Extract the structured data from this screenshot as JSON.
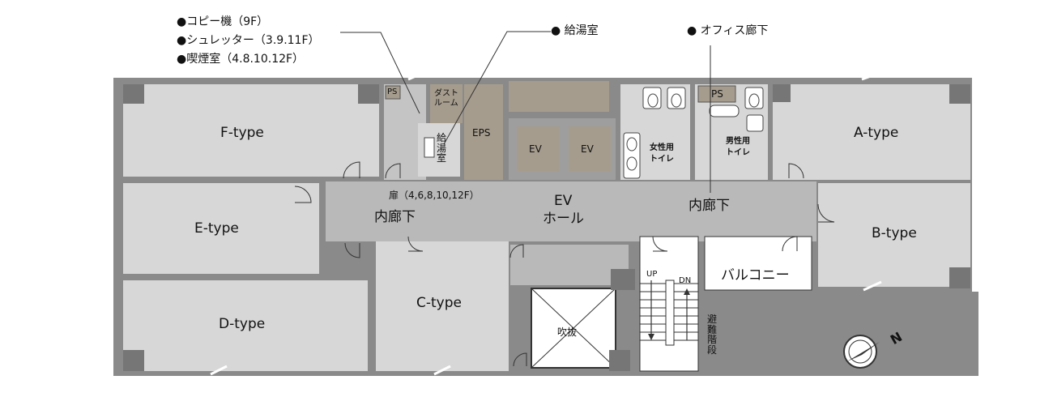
{
  "legend": {
    "left": [
      "●コピー機（9F）",
      "●シュレッター（3.9.11F）",
      "●喫煙室（4.8.10.12F）"
    ],
    "pantry": "● 給湯室",
    "corridor": "● オフィス廊下"
  },
  "rooms": {
    "f_type": "F-type",
    "e_type": "E-type",
    "d_type": "D-type",
    "c_type": "C-type",
    "a_type": "A-type",
    "b_type": "B-type"
  },
  "labels": {
    "ps_left": "PS",
    "dust": "ダスト\nルーム",
    "pantry_vertical": "給湯室",
    "eps": "EPS",
    "ev1": "EV",
    "ev2": "EV",
    "ps_right": "PS",
    "womens_toilet": "女性用\nトイレ",
    "mens_toilet": "男性用\nトイレ",
    "door_note": "扉（4,6,8,10,12F）",
    "inner_corridor_left": "内廊下",
    "ev_hall_1": "EV",
    "ev_hall_2": "ホール",
    "inner_corridor_right": "内廊下",
    "void": "吹抜",
    "stairs_up": "UP",
    "stairs_dn": "DN",
    "balcony": "バルコニー",
    "evac_stairs": "避難階段",
    "north": "N"
  },
  "colors": {
    "wall": "#8a8a8a",
    "room": "#d7d7d7",
    "corridor": "#b9b9b9",
    "core": "#a59c8d",
    "column": "#767676",
    "line": "#222222"
  }
}
